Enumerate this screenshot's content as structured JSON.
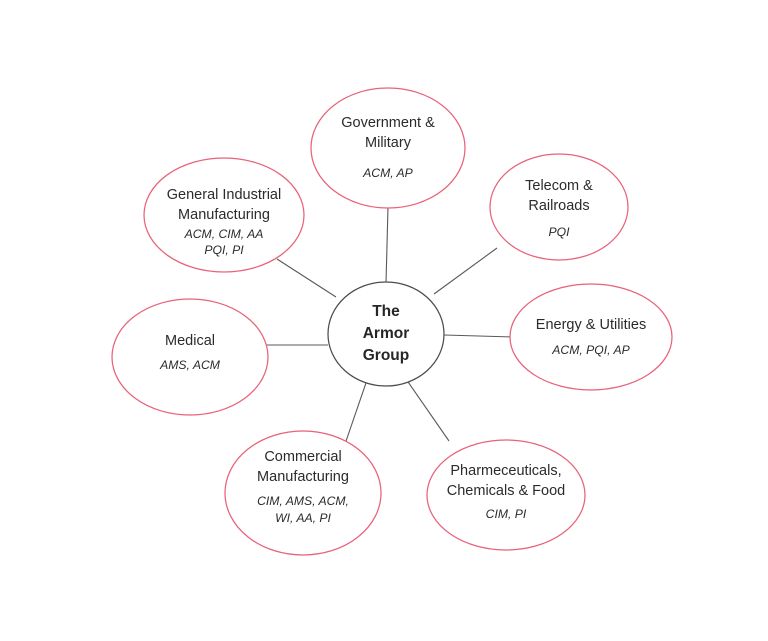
{
  "diagram": {
    "type": "hub-and-spoke",
    "background_color": "#ffffff",
    "node_border_color": "#e8627a",
    "hub_border_color": "#4d4d4d",
    "connector_color": "#595959",
    "text_color": "#2b2b2b",
    "hub": {
      "line1": "The",
      "line2": "Armor",
      "line3": "Group"
    },
    "nodes": [
      {
        "id": "government-military",
        "title_line1": "Government &",
        "title_line2": "Military",
        "tags_line1": "ACM, AP",
        "tags_line2": ""
      },
      {
        "id": "telecom-railroads",
        "title_line1": "Telecom &",
        "title_line2": "Railroads",
        "tags_line1": "PQI",
        "tags_line2": ""
      },
      {
        "id": "energy-utilities",
        "title_line1": "Energy & Utilities",
        "title_line2": "",
        "tags_line1": "ACM, PQI, AP",
        "tags_line2": ""
      },
      {
        "id": "pharmeceuticals-chemicals-food",
        "title_line1": "Pharmeceuticals,",
        "title_line2": "Chemicals & Food",
        "tags_line1": "CIM, PI",
        "tags_line2": ""
      },
      {
        "id": "commercial-manufacturing",
        "title_line1": "Commercial",
        "title_line2": "Manufacturing",
        "tags_line1": "CIM, AMS, ACM,",
        "tags_line2": "WI, AA, PI"
      },
      {
        "id": "medical",
        "title_line1": "Medical",
        "title_line2": "",
        "tags_line1": "AMS, ACM",
        "tags_line2": ""
      },
      {
        "id": "general-industrial-manufacturing",
        "title_line1": "General Industrial",
        "title_line2": "Manufacturing",
        "tags_line1": "ACM, CIM, AA",
        "tags_line2": "PQI, PI"
      }
    ]
  }
}
